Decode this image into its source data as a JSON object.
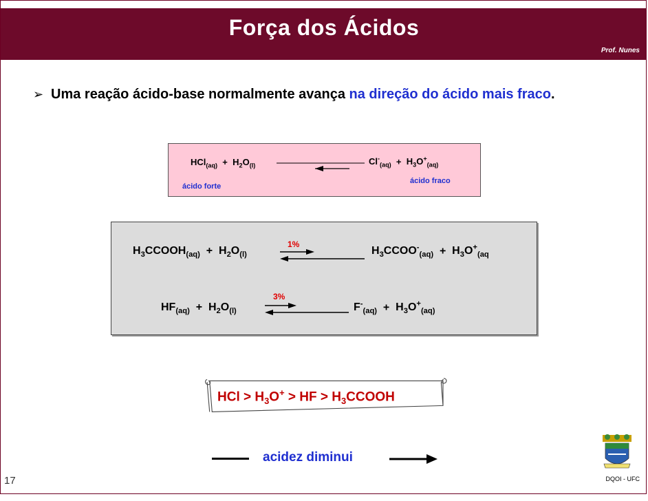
{
  "header": {
    "title": "Força dos Ácidos",
    "author": "Prof. Nunes"
  },
  "bullet": {
    "text_black": "Uma reação ácido-base normalmente avança ",
    "text_blue": "na direção do ácido mais fraco",
    "text_end": "."
  },
  "reaction1": {
    "left_a": "HCl",
    "left_a_state": "(aq)",
    "plus": "+",
    "left_b": "H",
    "left_b_sub": "2",
    "left_b_rest": "O",
    "left_b_state": "(l)",
    "right_a": "Cl",
    "right_a_sup": "-",
    "right_a_state": "(aq)",
    "right_b": "H",
    "right_b_sub": "3",
    "right_b_rest": "O",
    "right_b_sup": "+",
    "right_b_state": "(aq)",
    "label_left": "ácido forte",
    "label_right": "ácido fraco"
  },
  "reaction2": {
    "pct": "1%",
    "left_a": "H",
    "left_a_sub": "3",
    "left_a_rest": "CCOOH",
    "left_a_state": "(aq)",
    "left_b": "H",
    "left_b_sub": "2",
    "left_b_rest": "O",
    "left_b_state": "(l)",
    "right_a": "H",
    "right_a_sub": "3",
    "right_a_rest": "CCOO",
    "right_a_sup": "-",
    "right_a_state": "(aq)",
    "right_b": "H",
    "right_b_sub": "3",
    "right_b_rest": "O",
    "right_b_sup": "+",
    "right_b_state": "(aq"
  },
  "reaction3": {
    "pct": "3%",
    "left_a": "HF",
    "left_a_state": "(aq)",
    "left_b": "H",
    "left_b_sub": "2",
    "left_b_rest": "O",
    "left_b_state": "(l)",
    "right_a": "F",
    "right_a_sup": "-",
    "right_a_state": "(aq)",
    "right_b": "H",
    "right_b_sub": "3",
    "right_b_rest": "O",
    "right_b_sup": "+",
    "right_b_state": "(aq)"
  },
  "order": {
    "p1": "HCl > H",
    "s1": "3",
    "p2": "O",
    "sup2": "+",
    "p3": " > HF > H",
    "s3": "3",
    "p4": "CCOOH"
  },
  "acidez": "acidez diminui",
  "footer": {
    "slide_number": "17",
    "dept": "DQOI - UFC"
  },
  "colors": {
    "header_bg": "#6d0a2a",
    "blue": "#1f2fd0",
    "red": "#c00000",
    "pink_box": "#ffc9d8",
    "gray_box": "#dcdcdc"
  }
}
